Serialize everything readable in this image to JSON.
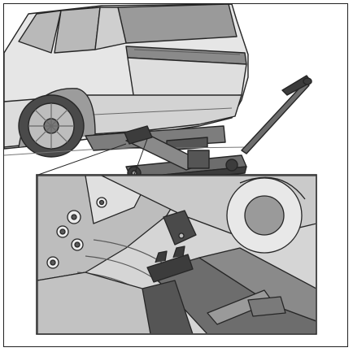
{
  "figure": {
    "kind": "service-manual-illustration",
    "subject": "floor-jack-under-rear-of-suv",
    "callout": "inset-detail-of-jack-saddle-at-lifting-point",
    "colors": {
      "background": "#ffffff",
      "frame": "#222222",
      "body_fill": "#e6e6e6",
      "body_shade": "#c9c9c9",
      "dark_shade": "#8a8a8a",
      "jack_fill": "#6d6d6d",
      "jack_dark": "#3c3c3c",
      "outline": "#262626",
      "inset_bg": "#d5d5d5"
    },
    "icons": [
      "floor-jack-icon",
      "vehicle-icon",
      "lifting-point-callout-icon"
    ]
  }
}
